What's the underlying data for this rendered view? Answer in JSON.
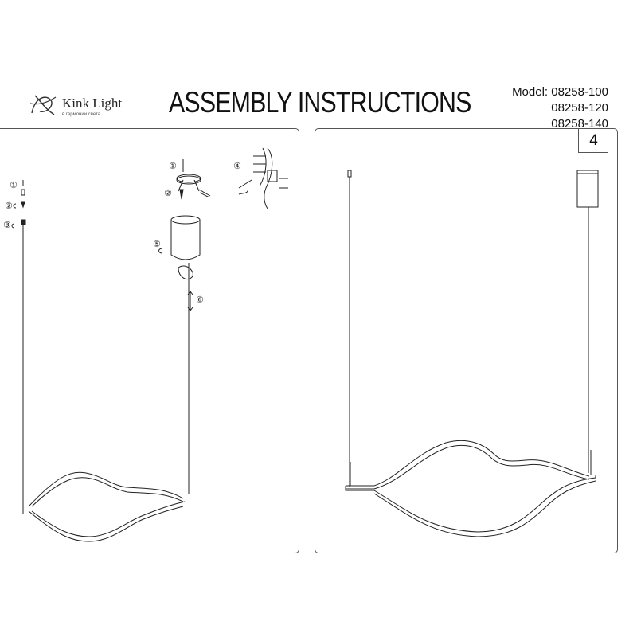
{
  "header": {
    "brand_name": "Kink Light",
    "brand_tagline": "в гармонии света",
    "title": "ASSEMBLY INSTRUCTIONS",
    "models": [
      "Model: 08258-100",
      "08258-120",
      "08258-140"
    ]
  },
  "page_number": "4",
  "steps": {
    "s1": "①",
    "s2": "②",
    "s3": "③",
    "s4": "④",
    "s5": "⑤",
    "s6": "⑥"
  }
}
